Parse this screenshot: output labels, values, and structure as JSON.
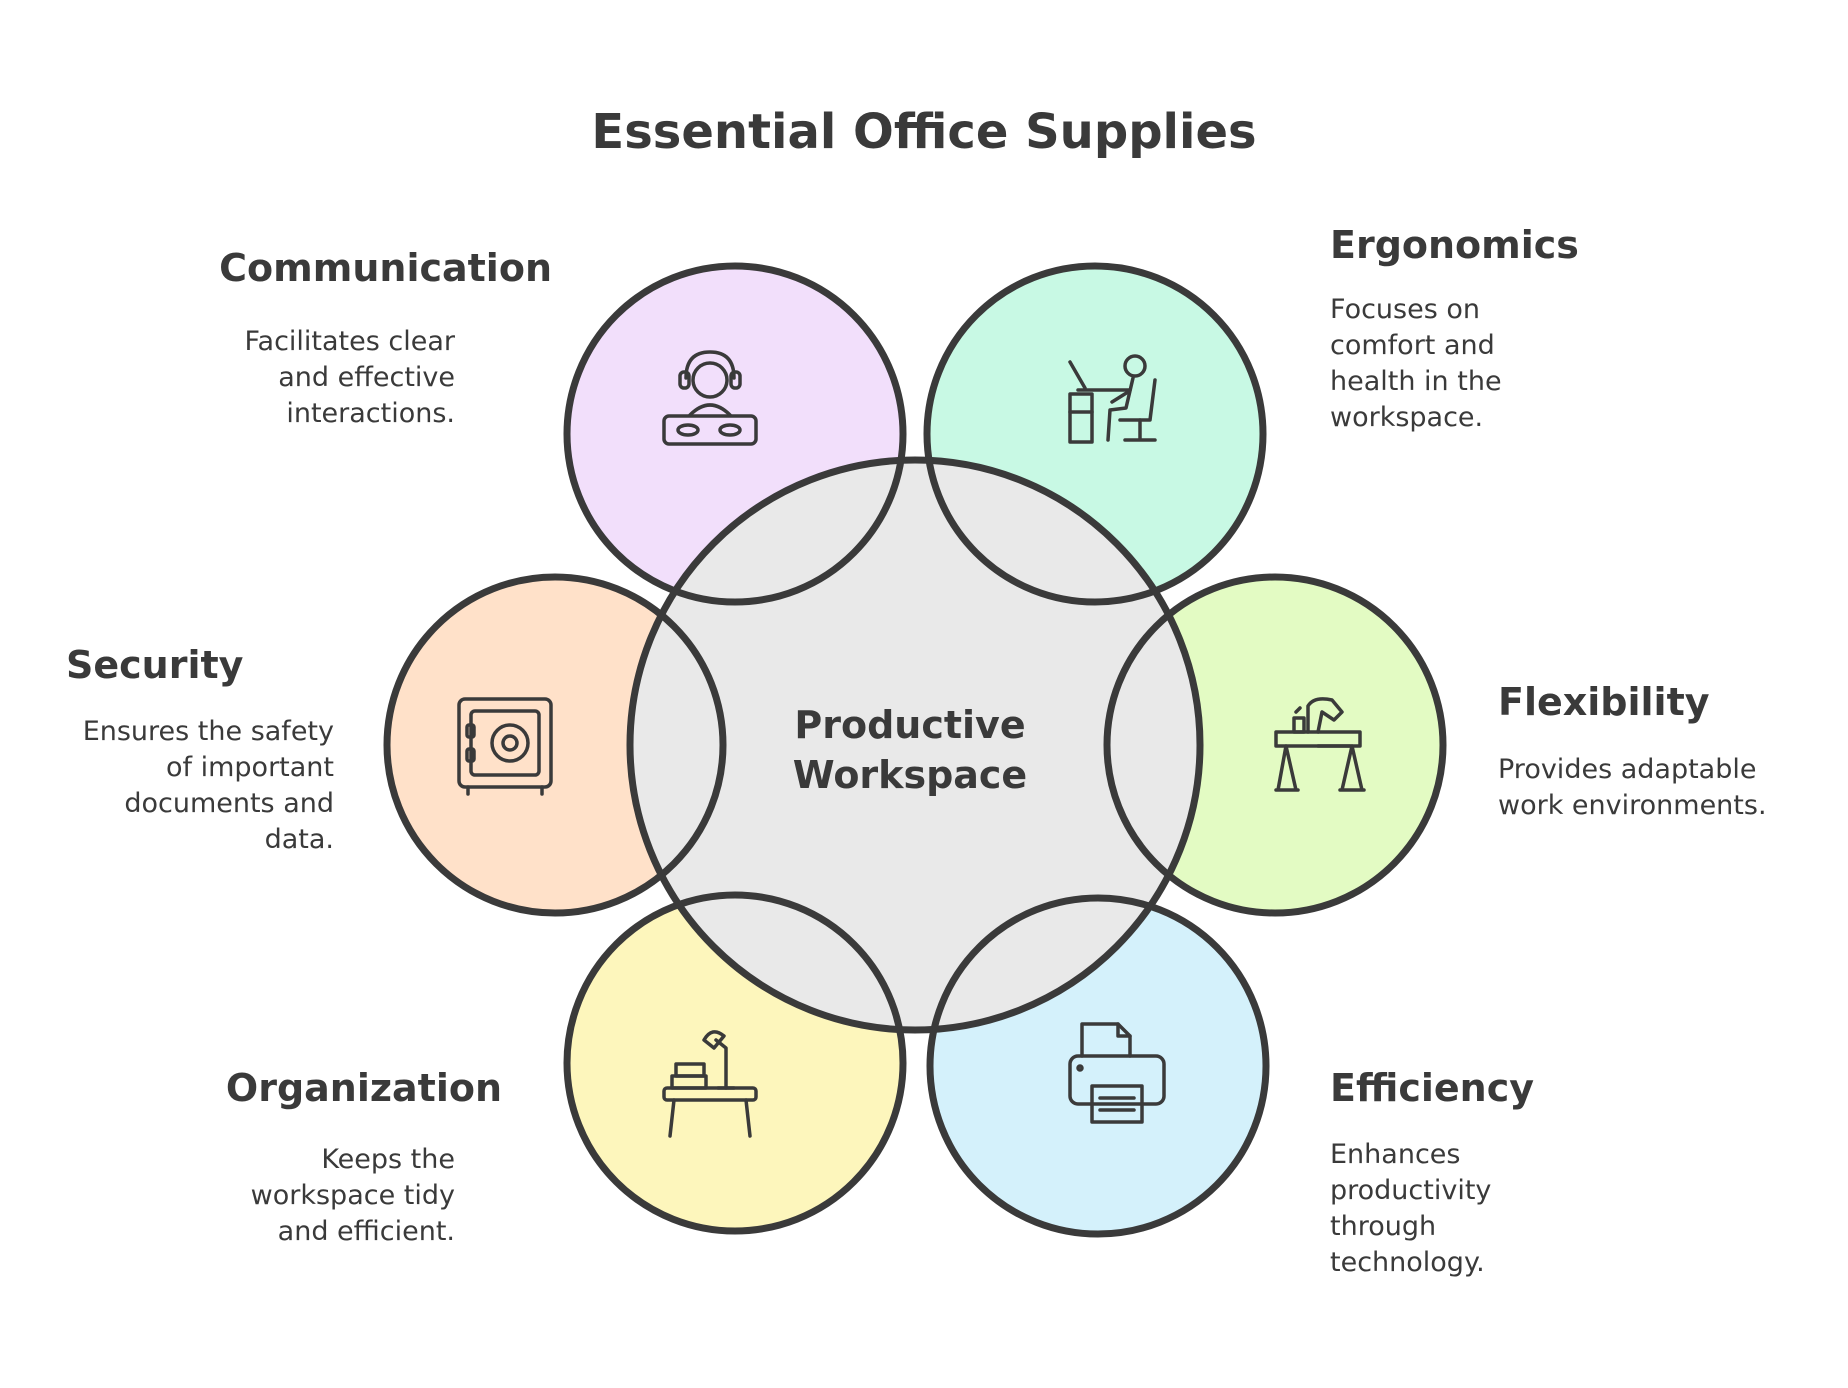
{
  "title": "Essential Office Supplies",
  "center": {
    "line1": "Productive",
    "line2": "Workspace",
    "color": "#e9e9e9"
  },
  "items": [
    {
      "label": "Communication",
      "desc": "Facilitates clear and effective interactions.",
      "color": "#f2dffb",
      "icon": "headset-operator-icon"
    },
    {
      "label": "Ergonomics",
      "desc": "Focuses on comfort and health in the workspace.",
      "color": "#c8f9e4",
      "icon": "ergonomic-desk-chair-icon"
    },
    {
      "label": "Flexibility",
      "desc": "Provides adaptable work environments.",
      "color": "#e3fbc3",
      "icon": "adjustable-desk-icon"
    },
    {
      "label": "Efficiency",
      "desc": "Enhances productivity through technology.",
      "color": "#d4f1fb",
      "icon": "printer-icon"
    },
    {
      "label": "Organization",
      "desc": "Keeps the workspace tidy and efficient.",
      "color": "#fdf6bc",
      "icon": "desk-lamp-books-icon"
    },
    {
      "label": "Security",
      "desc": "Ensures the safety of important documents and data.",
      "color": "#ffe1c9",
      "icon": "safe-icon"
    }
  ]
}
